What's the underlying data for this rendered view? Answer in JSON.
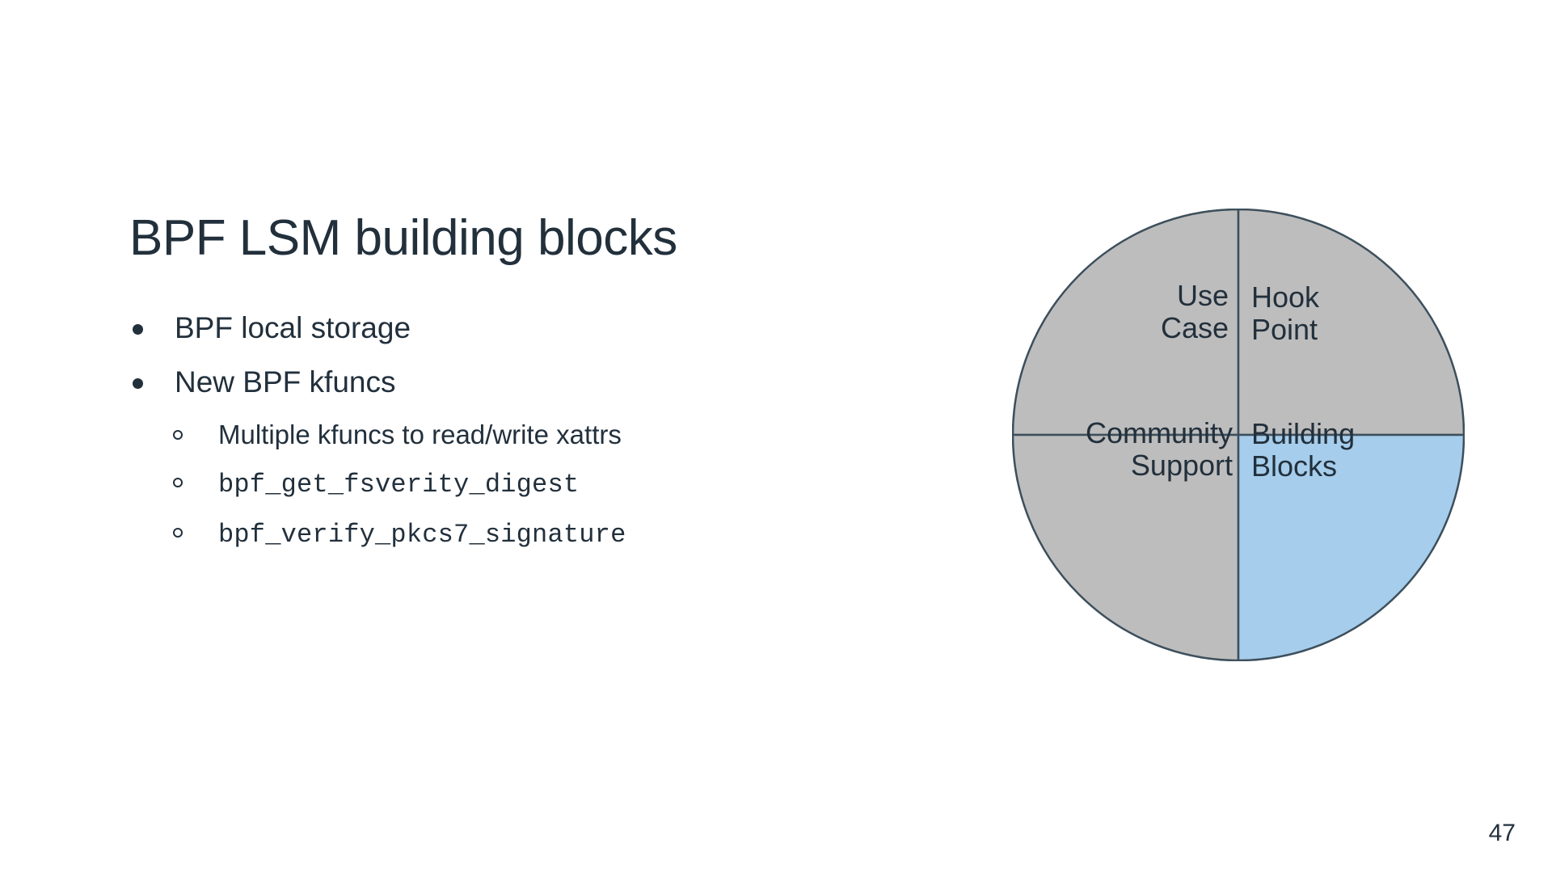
{
  "slide": {
    "title": "BPF LSM building blocks",
    "page_number": "47"
  },
  "bullets": [
    {
      "level": 1,
      "text": "BPF local storage",
      "mono": false
    },
    {
      "level": 1,
      "text": "New BPF kfuncs",
      "mono": false
    },
    {
      "level": 2,
      "text": "Multiple kfuncs to read/write xattrs",
      "mono": false
    },
    {
      "level": 2,
      "text": "bpf_get_fsverity_digest",
      "mono": true
    },
    {
      "level": 2,
      "text": "bpf_verify_pkcs7_signature",
      "mono": true
    }
  ],
  "chart_data": {
    "type": "pie",
    "title": "",
    "categories": [
      "Use Case",
      "Hook Point",
      "Building Blocks",
      "Community Support"
    ],
    "values": [
      25,
      25,
      25,
      25
    ],
    "labels": {
      "top_left": "Use\nCase",
      "top_right": "Hook\nPoint",
      "bottom_right": "Building\nBlocks",
      "bottom_left": "Community\nSupport"
    },
    "colors": {
      "inactive": "#bdbdbd",
      "highlight": "#a6cdeb",
      "stroke": "#3d4f5c",
      "text": "#22303c"
    },
    "highlighted_slice": "Building Blocks",
    "legend": "none",
    "grid": false
  },
  "theme": {
    "background": "#ffffff",
    "text_color": "#22303c",
    "accent": "#a6cdeb"
  }
}
